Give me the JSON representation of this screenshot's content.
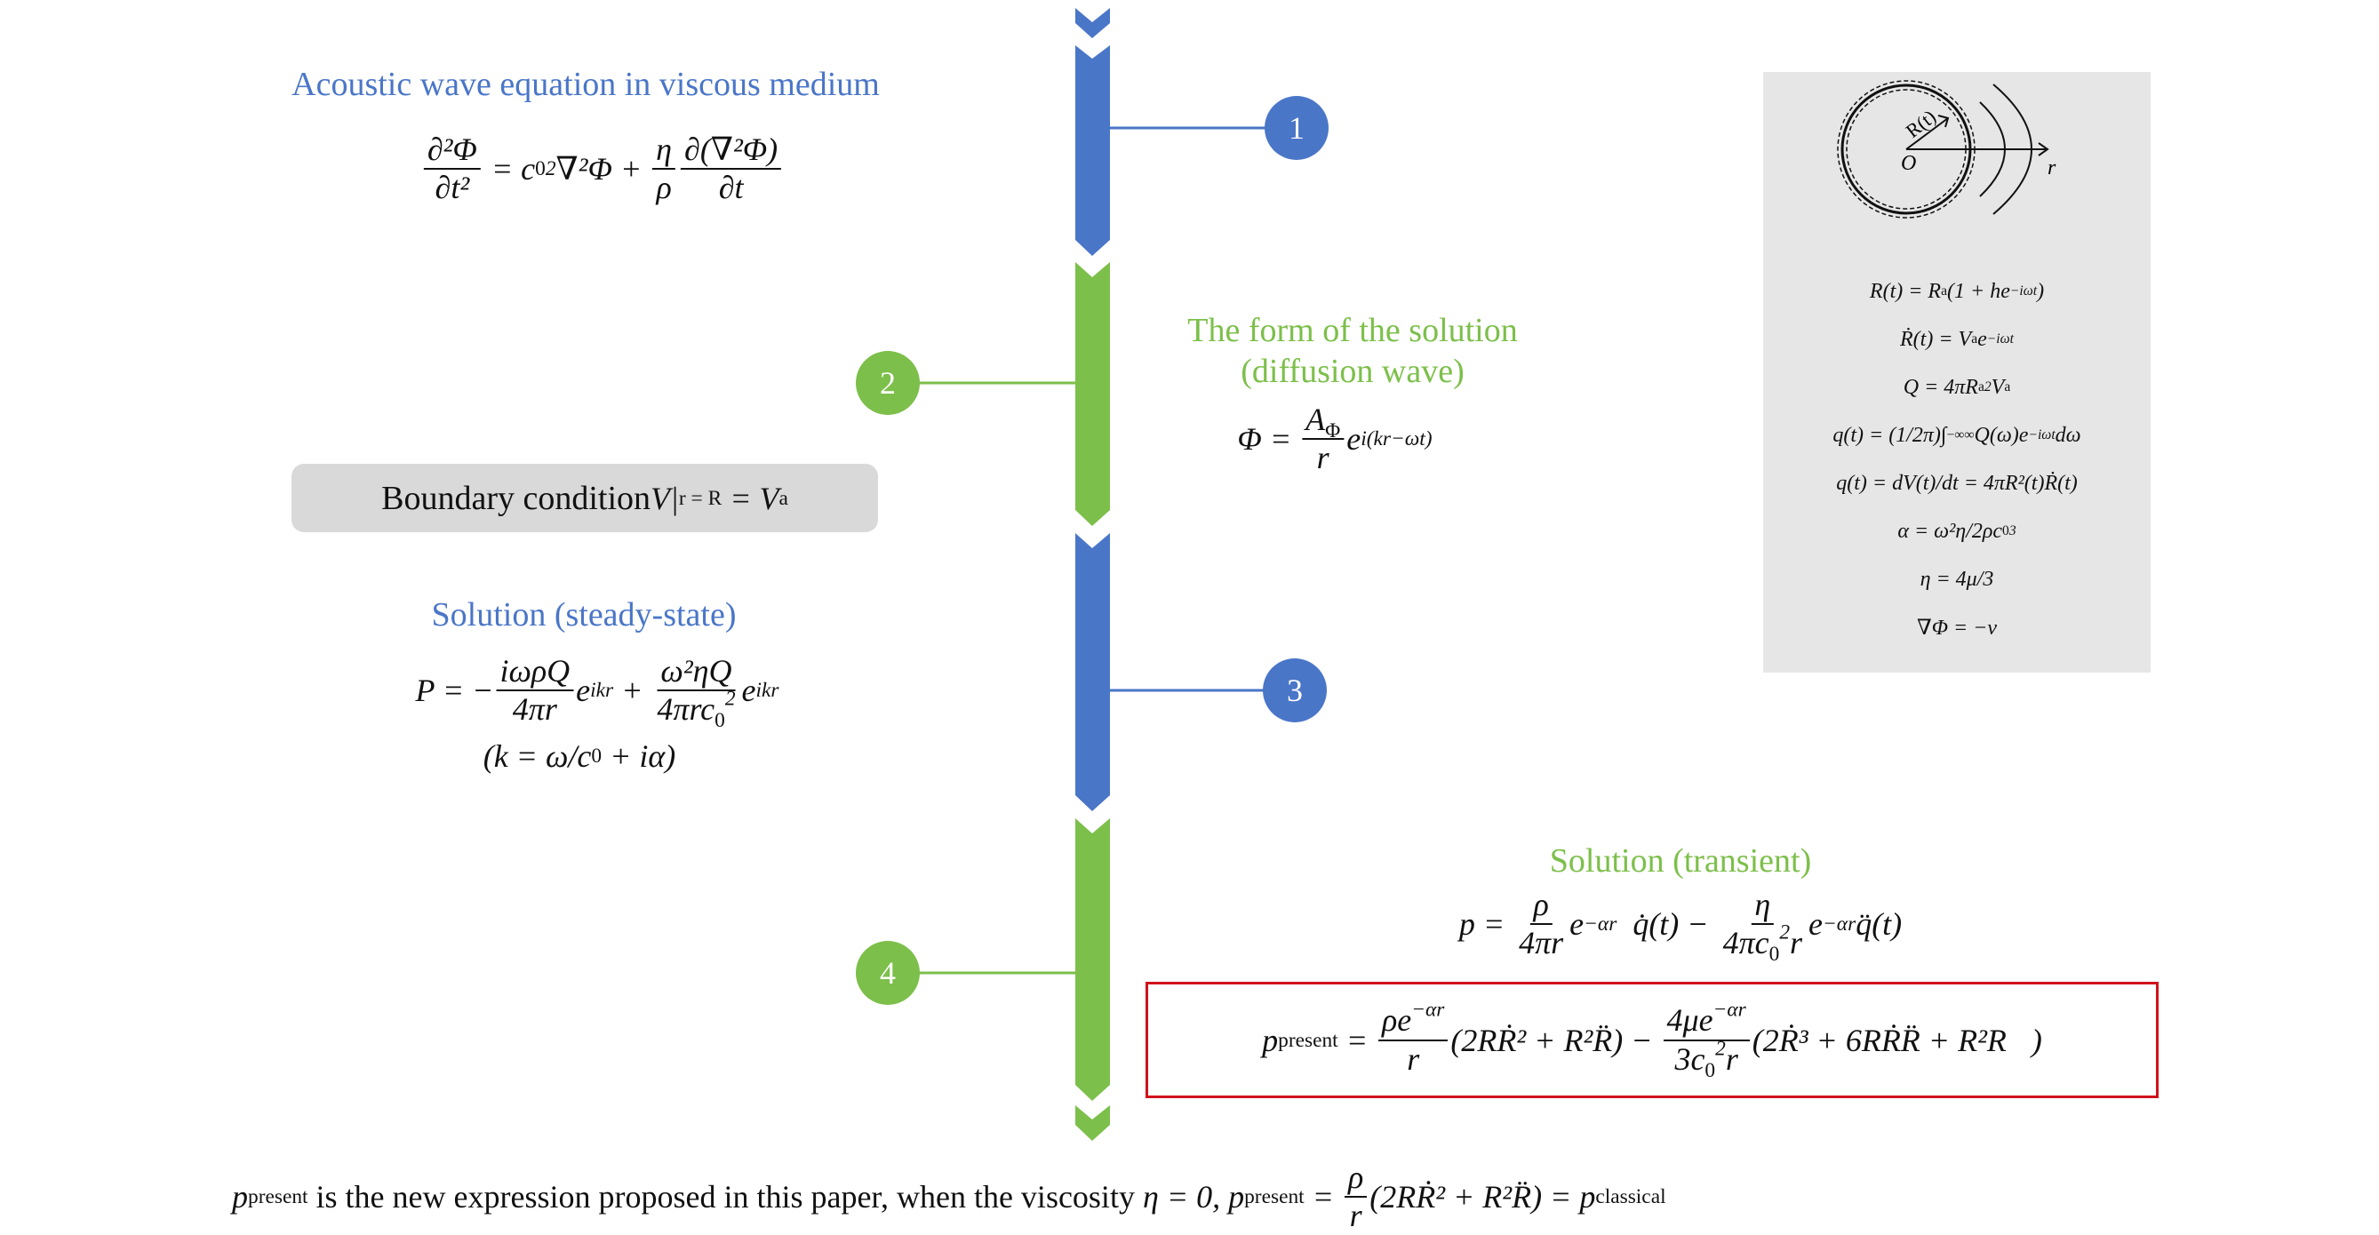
{
  "colors": {
    "blue": "#4a76c8",
    "green": "#7cbf4a",
    "red": "#d0121b",
    "panel": "#e6e6e6",
    "box": "#d9d9d9"
  },
  "steps": [
    "1",
    "2",
    "3",
    "4"
  ],
  "section1": {
    "title": "Acoustic wave equation in viscous medium",
    "equation": [
      {
        "n": [
          {
            "t": "∂²Φ"
          }
        ],
        "d": [
          {
            "t": "∂t²"
          }
        ]
      },
      {
        "t": " = c"
      },
      {
        "sub": "0"
      },
      {
        "sup": "2"
      },
      {
        "t": "∇²Φ + "
      },
      {
        "n": [
          {
            "t": "η"
          }
        ],
        "d": [
          {
            "t": "ρ"
          }
        ]
      },
      {
        "n": [
          {
            "t": "∂(∇²Φ)"
          }
        ],
        "d": [
          {
            "t": "∂t"
          }
        ]
      }
    ]
  },
  "boundary": {
    "label": "Boundary condition ",
    "equation": [
      {
        "t": "V"
      },
      {
        "t": "|"
      },
      {
        "sub": "r = R"
      },
      {
        "t": " = V"
      },
      {
        "sub": "a"
      }
    ]
  },
  "section2": {
    "title_line1": "The form of the solution",
    "title_line2": "(diffusion wave)",
    "equation": [
      {
        "t": "Φ = "
      },
      {
        "n": [
          {
            "t": "A"
          },
          {
            "sub": "Φ"
          }
        ],
        "d": [
          {
            "t": "r"
          }
        ]
      },
      {
        "t": "e"
      },
      {
        "sup": "i(kr−ωt)"
      }
    ]
  },
  "section3": {
    "title": "Solution (steady-state)",
    "equation": [
      {
        "t": "P = −"
      },
      {
        "n": [
          {
            "t": "iωρQ"
          }
        ],
        "d": [
          {
            "t": "4πr"
          }
        ]
      },
      {
        "t": "e"
      },
      {
        "sup": "ikr"
      },
      {
        "t": " + "
      },
      {
        "n": [
          {
            "t": "ω²ηQ"
          }
        ],
        "d": [
          {
            "t": "4πrc"
          },
          {
            "sub": "0"
          },
          {
            "sup": "2"
          }
        ]
      },
      {
        "t": "e"
      },
      {
        "sup": "ikr"
      }
    ],
    "condition": [
      {
        "t": "(k = ω/c"
      },
      {
        "sub": "0"
      },
      {
        "t": " + iα)"
      }
    ]
  },
  "section4": {
    "title": "Solution (transient)",
    "equation": [
      {
        "t": "p = "
      },
      {
        "n": [
          {
            "t": "ρ"
          }
        ],
        "d": [
          {
            "t": "4πr"
          }
        ]
      },
      {
        "t": "e"
      },
      {
        "sup": "−αr"
      },
      {
        "t": "  q̇(t) − "
      },
      {
        "n": [
          {
            "t": "η"
          }
        ],
        "d": [
          {
            "t": "4πc"
          },
          {
            "sub": "0"
          },
          {
            "sup": "2"
          },
          {
            "t": "r"
          }
        ]
      },
      {
        "t": "e"
      },
      {
        "sup": "−αr"
      },
      {
        "t": "q̈(t)"
      }
    ],
    "present": [
      {
        "t": "p"
      },
      {
        "sub": "present"
      },
      {
        "t": " = "
      },
      {
        "n": [
          {
            "t": "ρe"
          },
          {
            "sup": "−αr"
          }
        ],
        "d": [
          {
            "t": "r"
          }
        ]
      },
      {
        "t": "(2RṘ² + R²R̈) − "
      },
      {
        "n": [
          {
            "t": "4μe"
          },
          {
            "sup": "−αr"
          }
        ],
        "d": [
          {
            "t": "3c"
          },
          {
            "sub": "0"
          },
          {
            "sup": "2"
          },
          {
            "t": "r"
          }
        ]
      },
      {
        "t": "(2Ṙ³ + 6RṘR̈ + R²R⃛)"
      }
    ]
  },
  "panel": {
    "diagram_labels": {
      "radius": "R(t)",
      "origin": "O",
      "axis": "r"
    },
    "equations": [
      [
        {
          "t": "R(t) = R"
        },
        {
          "sub": "a"
        },
        {
          "t": "(1 + he"
        },
        {
          "sup": "−iωt"
        },
        {
          "t": ")"
        }
      ],
      [
        {
          "t": "Ṙ(t) = V"
        },
        {
          "sub": "a"
        },
        {
          "t": "e"
        },
        {
          "sup": "−iωt"
        }
      ],
      [
        {
          "t": "Q = 4πR"
        },
        {
          "sub": "a"
        },
        {
          "sup": "2"
        },
        {
          "t": "V"
        },
        {
          "sub": "a"
        }
      ],
      [
        {
          "t": "q(t) = (1/2π)∫"
        },
        {
          "sub": "−∞"
        },
        {
          "sup": "∞"
        },
        {
          "t": "Q(ω)e"
        },
        {
          "sup": "−iωt"
        },
        {
          "t": "dω"
        }
      ],
      [
        {
          "t": "q(t) = dV(t)/dt = 4πR²(t)Ṙ(t)"
        }
      ],
      [
        {
          "t": "α = ω²η/2ρc"
        },
        {
          "sub": "0"
        },
        {
          "sup": "3"
        }
      ],
      [
        {
          "t": "η = 4μ/3"
        }
      ],
      [
        {
          "t": "∇Φ = −v"
        }
      ]
    ]
  },
  "footer": {
    "lead": [
      {
        "t": "p"
      },
      {
        "sub": "present"
      }
    ],
    "text": " is the new expression proposed in this paper, when the viscosity ",
    "cond": [
      {
        "t": "η = 0, p"
      },
      {
        "sub": "present"
      },
      {
        "t": " = "
      },
      {
        "n": [
          {
            "t": "ρ"
          }
        ],
        "d": [
          {
            "t": "r"
          }
        ]
      },
      {
        "t": "(2RṘ² + R²R̈) = p"
      },
      {
        "sub": "classical"
      }
    ]
  }
}
